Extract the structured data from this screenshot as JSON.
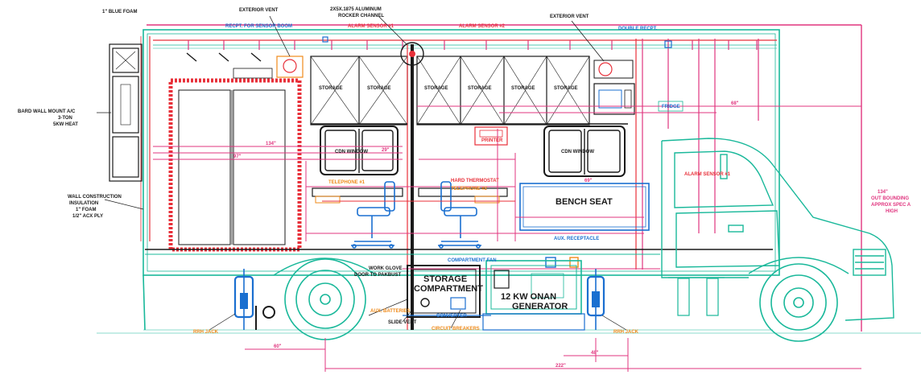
{
  "colors": {
    "teal": "#19b89a",
    "pink": "#e0357f",
    "red": "#e8303a",
    "blue": "#1a6fd0",
    "orange": "#ef8a1a",
    "dark": "#1a1a1a"
  },
  "labels": {
    "blue_foam": "1\" BLUE FOAM",
    "exterior_vent_left": "EXTERIOR VENT",
    "channel_top": "2X5X.1875 ALUMINUM",
    "channel_bottom": "ROCKER CHANNEL",
    "exterior_vent_right": "EXTERIOR VENT",
    "recept_sensor": "RECPT. FOR SENSOR BOOM",
    "alarm_sensor_1": "ALARM SENSOR #1",
    "alarm_sensor_2": "ALARM SENSOR #2",
    "double_recept": "DOUBLE RECPT.",
    "ac_line1": "BARD WALL MOUNT A/C",
    "ac_line2": "3-TON",
    "ac_line3": "5KW HEAT",
    "storage_1": "STORAGE",
    "storage_2": "STORAGE",
    "storage_3": "STORAGE",
    "storage_4": "STORAGE",
    "storage_5": "STORAGE",
    "storage_6": "STORAGE",
    "wall_line1": "WALL CONSTRUCTION",
    "wall_line2": "INSULATION",
    "wall_line3": "1\" FOAM",
    "wall_line4": "1/2\" ACX PLY",
    "fridge": "FRIDGE",
    "window_left": "CDN WINDOW",
    "window_right": "CDN WINDOW",
    "printer": "PRINTER",
    "bench_seat": "BENCH SEAT",
    "alarm_sensor_cab": "ALARM SENSOR #1",
    "telephone_1": "TELEPHONE #1",
    "telephone_2": "TELEPHONE #2",
    "hard_thermostat": "HARD THERMOSTAT",
    "compartment_top": "STORAGE",
    "compartment_bottom": "COMPARTMENT",
    "generator_line1": "12 KW ONAN",
    "generator_line2": "GENERATOR",
    "work_glove_line1": "WORK GLOVE",
    "work_glove_line2": "DOOR TO PAKBUST",
    "aux_batteries": "AUX. BATTERIES",
    "slide_vent": "SLIDE VENT",
    "converter": "CONVERTER",
    "circuit_breakers": "CIRCUIT BREAKERS",
    "compartment_fan": "COMPARTMENT FAN",
    "aux_receptacle": "AUX. RECEPTACLE",
    "jack_left": "RRH JACK",
    "jack_right": "RRH JACK",
    "dim_134": "134\"",
    "dim_97": "97\"",
    "dim_29": "29\"",
    "dim_68": "68\"",
    "dim_69": "69\"",
    "dim_60": "60\"",
    "dim_48": "48\"",
    "dim_222": "222\"",
    "dim_side_line1": "134\"",
    "dim_side_line2": "OUT BOUNDING",
    "dim_side_line3": "APPROX SPEC A",
    "dim_side_line4": "HIGH"
  }
}
